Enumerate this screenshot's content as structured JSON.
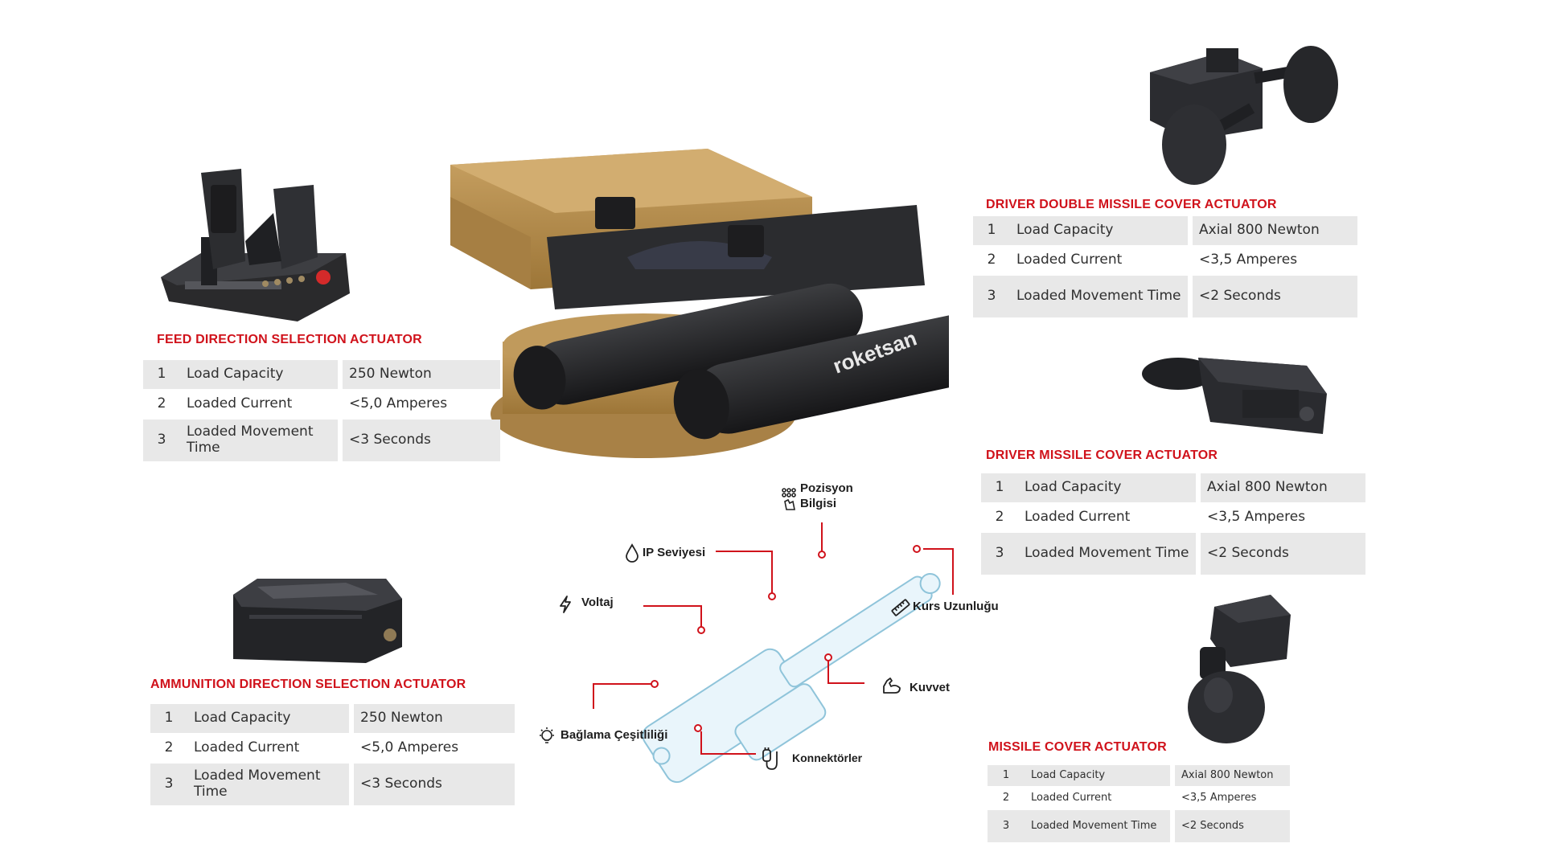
{
  "feed_actuator": {
    "title": "FEED DIRECTION SELECTION ACTUATOR",
    "rows": [
      {
        "no": "1",
        "label": "Load Capacity",
        "value": "250 Newton"
      },
      {
        "no": "2",
        "label": "Loaded Current",
        "value": "<5,0 Amperes"
      },
      {
        "no": "3",
        "label": "Loaded Movement Time",
        "value": "<3 Seconds"
      }
    ]
  },
  "ammunition_actuator": {
    "title": "AMMUNITION DIRECTION SELECTION ACTUATOR",
    "rows": [
      {
        "no": "1",
        "label": "Load Capacity",
        "value": "250 Newton"
      },
      {
        "no": "2",
        "label": "Loaded Current",
        "value": "<5,0 Amperes"
      },
      {
        "no": "3",
        "label": "Loaded Movement Time",
        "value": "<3 Seconds"
      }
    ]
  },
  "driver_double_actuator": {
    "title": "DRIVER DOUBLE MISSILE COVER ACTUATOR",
    "rows": [
      {
        "no": "1",
        "label": "Load Capacity",
        "value": "Axial 800 Newton"
      },
      {
        "no": "2",
        "label": "Loaded Current",
        "value": "<3,5 Amperes"
      },
      {
        "no": "3",
        "label": "Loaded Movement Time",
        "value": "<2 Seconds"
      }
    ]
  },
  "driver_actuator": {
    "title": "DRIVER MISSILE COVER ACTUATOR",
    "rows": [
      {
        "no": "1",
        "label": "Load Capacity",
        "value": "Axial 800 Newton"
      },
      {
        "no": "2",
        "label": "Loaded Current",
        "value": "<3,5 Amperes"
      },
      {
        "no": "3",
        "label": "Loaded Movement Time",
        "value": "<2 Seconds"
      }
    ]
  },
  "missile_cover_actuator": {
    "title": "MISSILE COVER ACTUATOR",
    "rows": [
      {
        "no": "1",
        "label": "Load Capacity",
        "value": "Axial 800 Newton"
      },
      {
        "no": "2",
        "label": "Loaded Current",
        "value": "<3,5 Amperes"
      },
      {
        "no": "3",
        "label": "Loaded Movement Time",
        "value": "<2 Seconds"
      }
    ]
  },
  "diagram": {
    "pozisyon": "Pozisyon Bilgisi",
    "ip": "IP Seviyesi",
    "voltaj": "Voltaj",
    "kurs": "Kurs Uzunluğu",
    "kuvvet": "Kuvvet",
    "baglama": "Bağlama Çeşitliliği",
    "konnektorler": "Konnektörler"
  },
  "brand_mark": "roketsan",
  "colors": {
    "accent": "#d0121b",
    "row_shade": "#e8e8e8",
    "turret": "#b8904e",
    "tube": "#2a2b2d"
  }
}
